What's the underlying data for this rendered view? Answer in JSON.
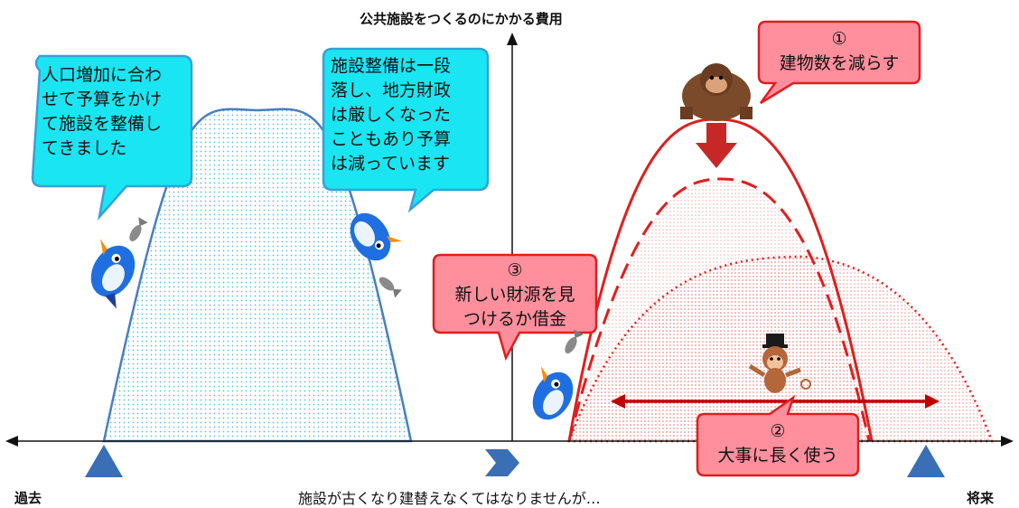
{
  "axis": {
    "y_label": "公共施設をつくるのにかかる費用",
    "x_left_label": "過去",
    "x_right_label": "将来",
    "x_caption": "施設が古くなり建替えなくてはなりませんが…"
  },
  "bubbles": {
    "past_build": {
      "lines": [
        "人口増加に合わ",
        "せて予算をかけ",
        "て施設を整備し",
        "てきました"
      ]
    },
    "budget_reduced": {
      "lines": [
        "施設整備は一段",
        "落し、地方財政",
        "は厳しくなった",
        "こともあり予算",
        "は減っています"
      ]
    },
    "option1": {
      "number": "①",
      "text": "建物数を減らす"
    },
    "option2": {
      "number": "②",
      "text": "大事に長く使う"
    },
    "option3": {
      "number": "③",
      "lines": [
        "新しい財源を見",
        "つけるか借金"
      ]
    }
  },
  "colors": {
    "past_curve": "#4a7fbf",
    "past_fill": "#5cc6e0",
    "future_curve": "#e01e1e",
    "future_fill": "#f08a8a",
    "cyan_bubble": "#19e6f2",
    "pink_bubble": "#ff8f9d",
    "marker": "#3a6eb5",
    "arrow_dark": "#c00000"
  },
  "characters": {
    "bird": "bluebird-with-fish-icon",
    "gorilla": "gorilla-icon",
    "monkey": "monkey-with-tophat-icon"
  }
}
